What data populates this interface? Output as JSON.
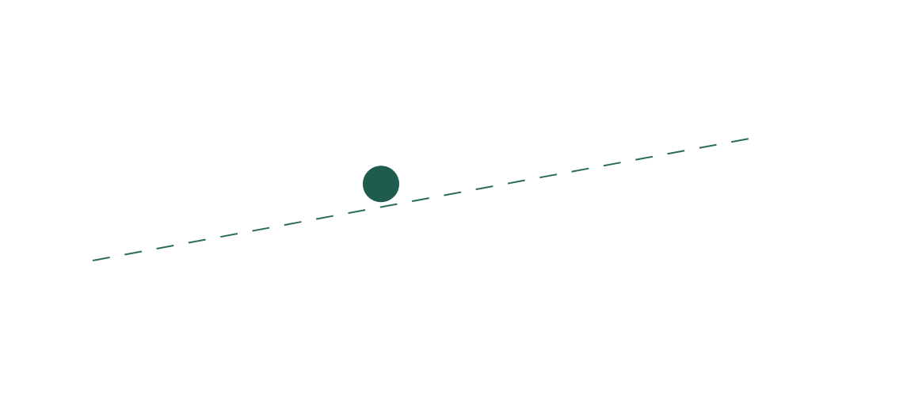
{
  "chart_data": {
    "type": "scatter",
    "title": "",
    "xlabel": "",
    "ylabel": "",
    "point": {
      "x": 1.3,
      "y": 0.62
    },
    "trend_line": {
      "x": [
        0,
        3
      ],
      "y": [
        0,
        1.0
      ]
    },
    "xlim": [
      0,
      3
    ],
    "ylim": [
      0,
      1.0
    ],
    "colors": {
      "point": "#1f5c4d",
      "trend_line": "#2a6b5a"
    }
  }
}
